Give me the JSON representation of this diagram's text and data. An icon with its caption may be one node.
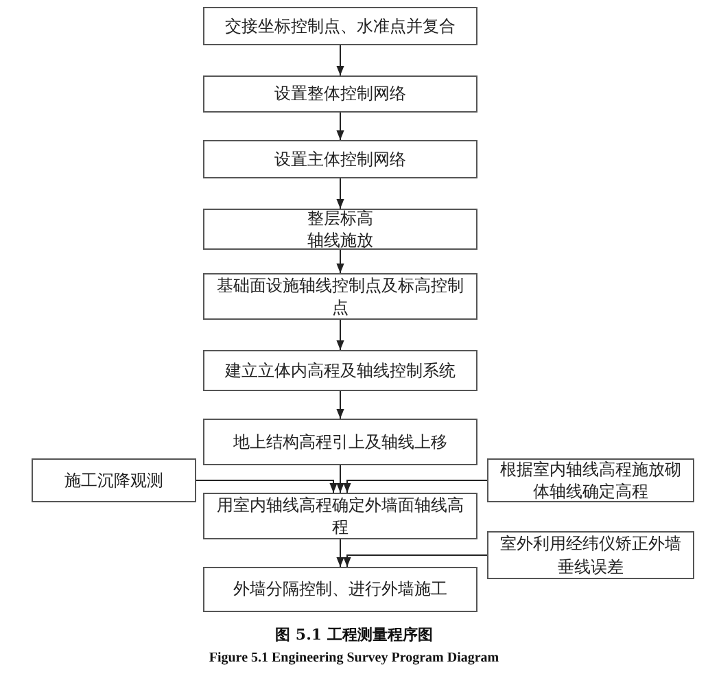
{
  "diagram": {
    "caption": "图 5.1 工程测量程序图",
    "nodes": [
      {
        "text": [
          "交接坐标控制点、水准点并复合"
        ]
      },
      {
        "text": [
          "设置整体控制网络"
        ]
      },
      {
        "text": [
          "设置主体控制网络"
        ]
      },
      {
        "text": [
          "整层标高轴线施放"
        ]
      },
      {
        "text": [
          "基础面设施轴线控制点及标高控制点"
        ]
      },
      {
        "text": [
          "建立立体内高程及轴线控制系统"
        ]
      },
      {
        "text": [
          "地上结构高程引上及轴线上移"
        ]
      },
      {
        "text": [
          "用室内轴线高程确定外墙面轴线高程"
        ]
      },
      {
        "text": [
          "外墙分隔控制、进行外墙施工"
        ]
      },
      {
        "text": [
          "施工沉降观测"
        ]
      },
      {
        "text": [
          "根据室内轴线高程施放砌体轴线确定高程"
        ]
      },
      {
        "text": [
          "室外利用经纬仪矫正外墙垂线误差"
        ]
      }
    ],
    "edges": [
      {
        "from": 0,
        "to": 1,
        "arrow": "to"
      },
      {
        "from": 1,
        "to": 2,
        "arrow": "to"
      },
      {
        "from": 2,
        "to": 3,
        "arrow": "to"
      },
      {
        "from": 3,
        "to": 4,
        "arrow": "to"
      },
      {
        "from": 4,
        "to": 5,
        "arrow": "to"
      },
      {
        "from": 5,
        "to": 6,
        "arrow": "to"
      },
      {
        "from": 6,
        "to": 7,
        "arrow": "to"
      },
      {
        "from": 7,
        "to": 8,
        "arrow": "to"
      },
      {
        "from": 9,
        "to": 7,
        "arrow": "to"
      },
      {
        "from": 10,
        "to": 7,
        "arrow": "to"
      },
      {
        "from": 11,
        "to": 8,
        "arrow": "to"
      }
    ],
    "labels": [
      "Figure 5.1 Engineering Survey Program Diagram"
    ]
  }
}
